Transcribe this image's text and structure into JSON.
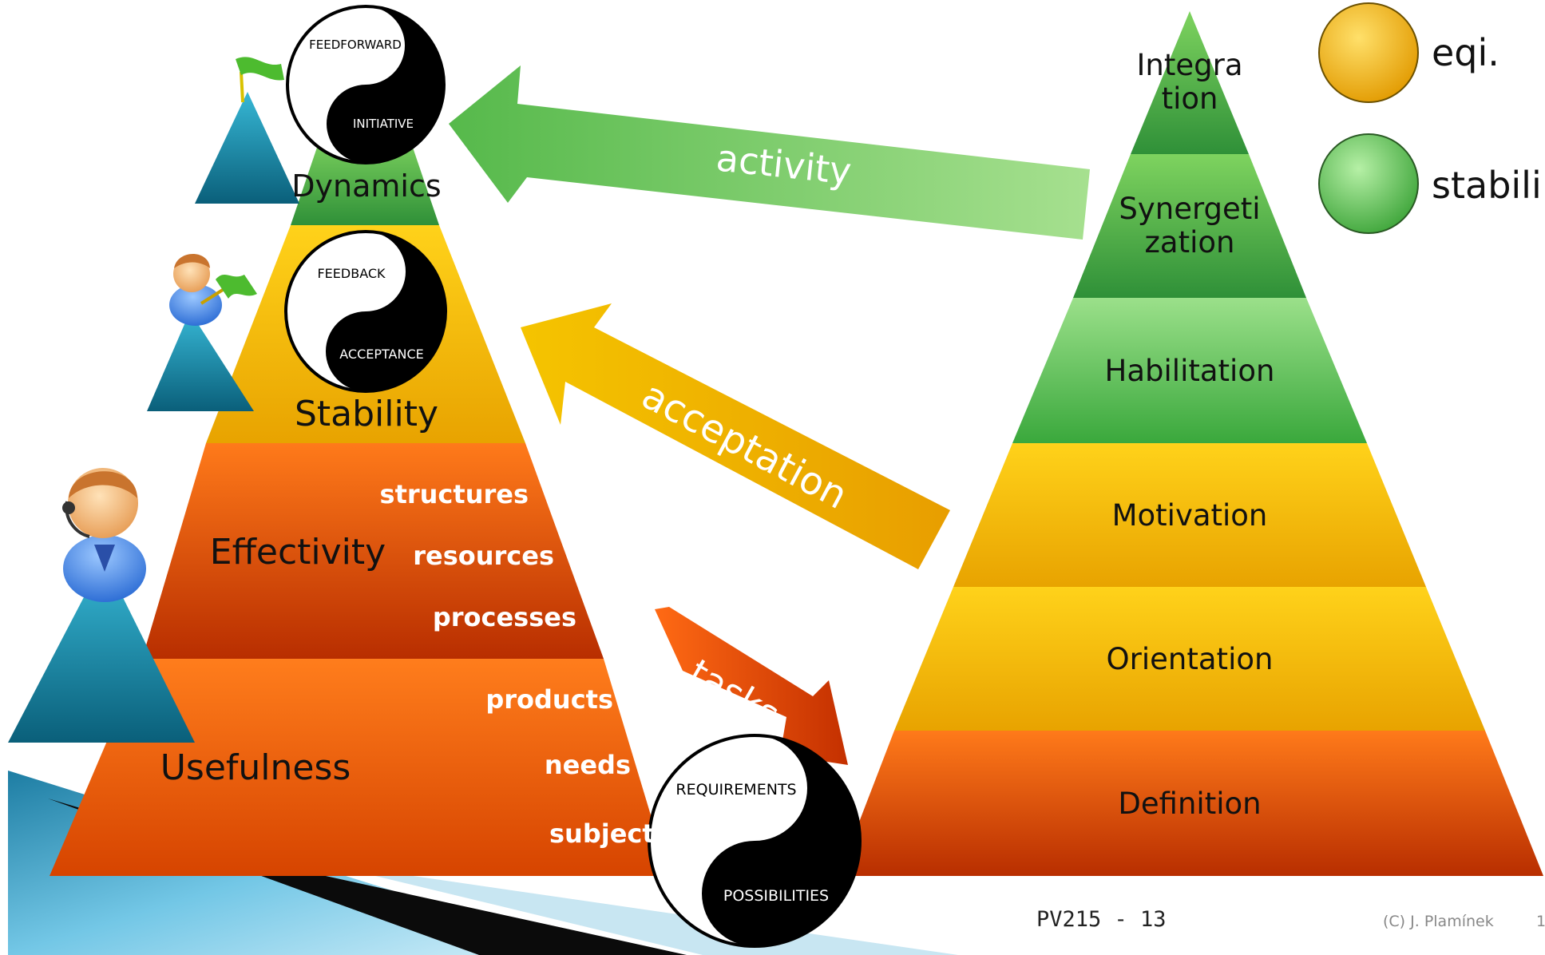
{
  "left_pyramid": {
    "tiers": [
      {
        "label": "Dynamics"
      },
      {
        "label": "Stability"
      },
      {
        "label": "Effectivity",
        "items": [
          "structures",
          "resources",
          "processes"
        ]
      },
      {
        "label": "Usefulness",
        "items": [
          "products",
          "needs",
          "subjects"
        ]
      }
    ]
  },
  "right_pyramid": {
    "tiers": [
      "Integra\ntion",
      "Synergeti\nzation",
      "Habilitation",
      "Motivation",
      "Orientation",
      "Definition"
    ]
  },
  "yinyang": {
    "top": [
      "FEEDFORWARD",
      "INITIATIVE"
    ],
    "middle": [
      "FEEDBACK",
      "ACCEPTANCE"
    ],
    "bottom": [
      "REQUIREMENTS",
      "POSSIBILITIES"
    ]
  },
  "arrows": {
    "activity": "activity",
    "acceptation": "acceptation",
    "tasks": "tasks"
  },
  "legend": [
    {
      "label": "eqi.",
      "color": "#f6b400"
    },
    {
      "label": "stabili",
      "color": "#7fd46c"
    }
  ],
  "footer": {
    "slide": "PV215 - 13",
    "copyright": "(C) J. Plamínek",
    "page": "1"
  },
  "colors": {
    "green": "#3fa33a",
    "yellow": "#f2b800",
    "orange": "#f06a10",
    "teal": "#1a8aa8"
  }
}
